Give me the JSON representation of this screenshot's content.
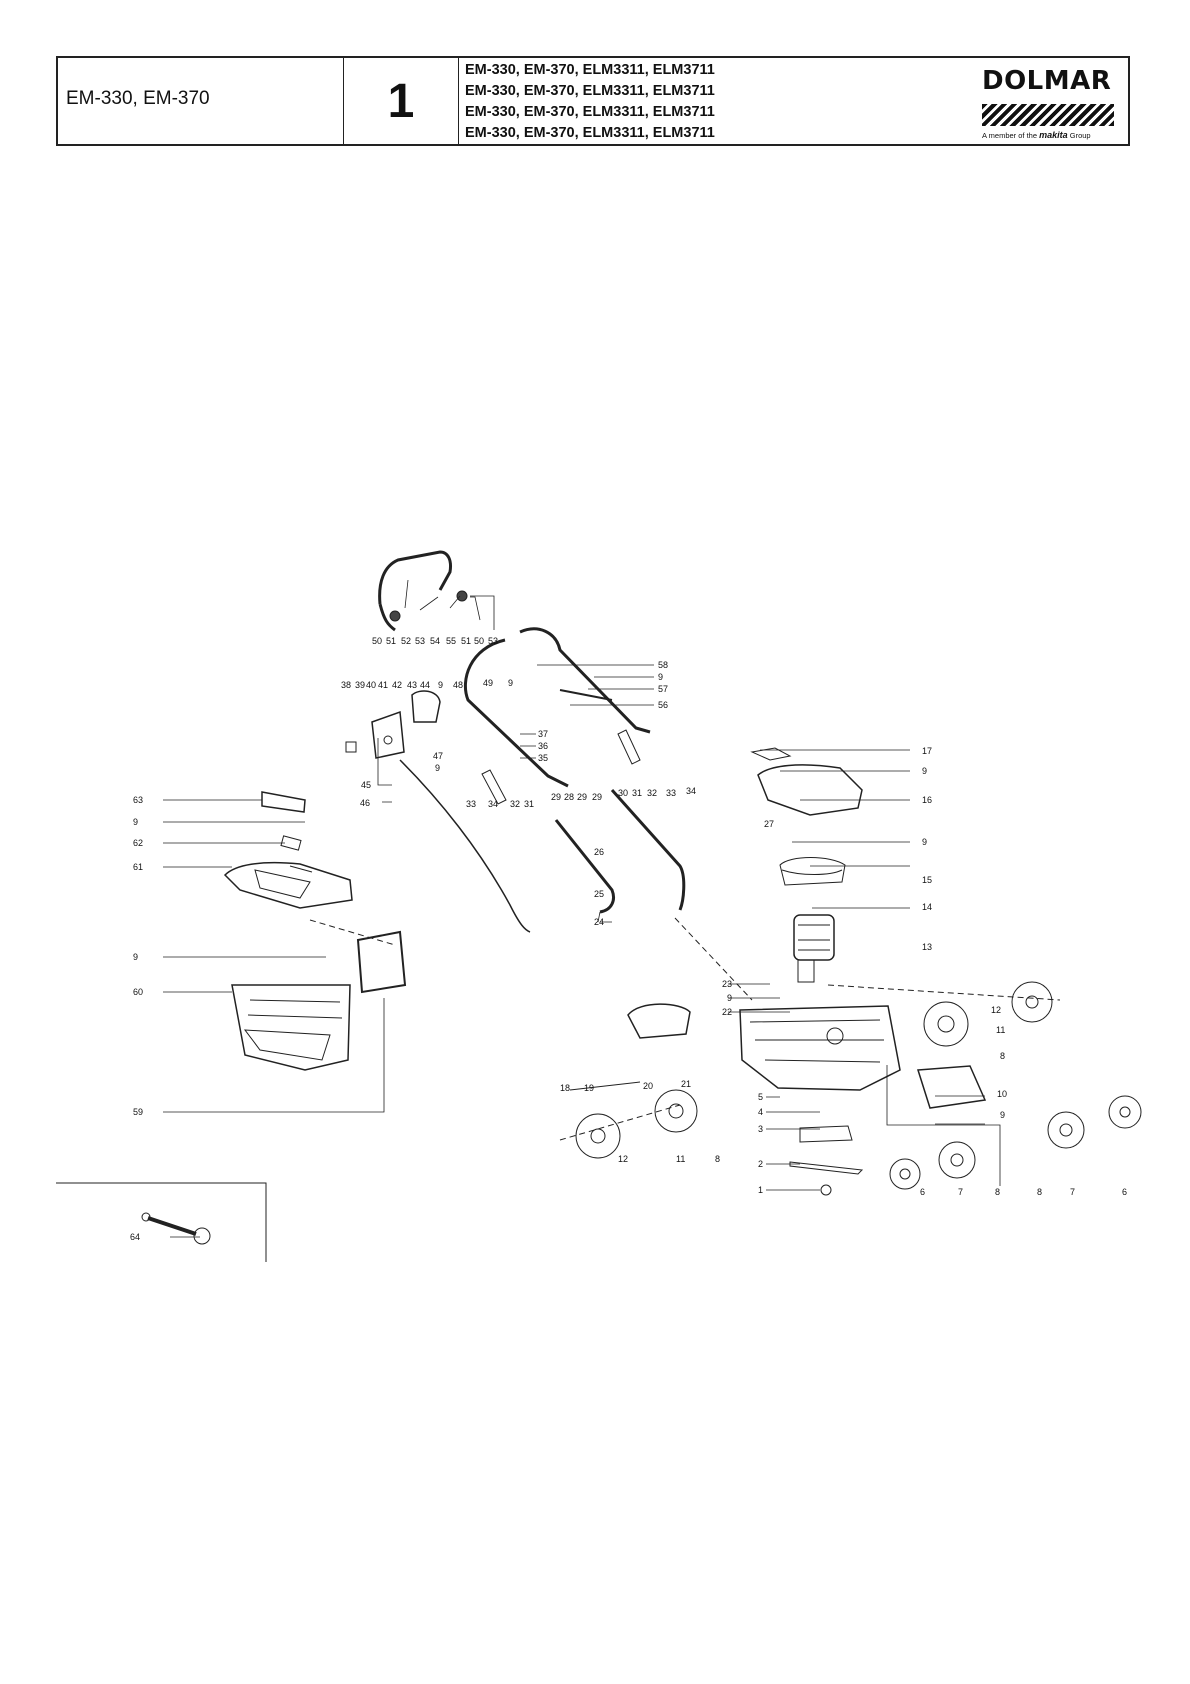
{
  "header": {
    "model": "EM-330, EM-370",
    "page_number": "1",
    "model_lines": [
      "EM-330, EM-370, ELM3311, ELM3711",
      "EM-330, EM-370, ELM3311, ELM3711",
      "EM-330, EM-370, ELM3311, ELM3711",
      "EM-330, EM-370, ELM3311, ELM3711"
    ],
    "brand": "DOLMAR",
    "member_prefix": "A member of the",
    "member_brand": "makita",
    "member_suffix": "Group"
  },
  "callouts": {
    "c50a": "50",
    "c51a": "51",
    "c52": "52",
    "c53a": "53",
    "c54": "54",
    "c55": "55",
    "c51b": "51",
    "c50b": "50",
    "c53b": "53",
    "c38": "38",
    "c39": "39",
    "c40": "40",
    "c41": "41",
    "c42": "42",
    "c43": "43",
    "c44": "44",
    "c9a": "9",
    "c48": "48",
    "c49": "49",
    "c9b": "9",
    "c58": "58",
    "c9c": "9",
    "c57": "57",
    "c56": "56",
    "c47": "47",
    "c9d": "9",
    "c45": "45",
    "c46": "46",
    "c37": "37",
    "c36": "36",
    "c35": "35",
    "c33a": "33",
    "c34a": "34",
    "c32a": "32",
    "c31a": "31",
    "c29a": "29",
    "c28": "28",
    "c29b": "29",
    "c30": "30",
    "c31b": "31",
    "c32b": "32",
    "c33b": "33",
    "c34b": "34",
    "c17": "17",
    "c9e": "9",
    "c16": "16",
    "c27": "27",
    "c9f": "9",
    "c15": "15",
    "c14": "14",
    "c13": "13",
    "c63": "63",
    "c9g": "9",
    "c62": "62",
    "c61": "61",
    "c9h": "9",
    "c60": "60",
    "c59": "59",
    "c26": "26",
    "c25": "25",
    "c24": "24",
    "c23": "23",
    "c9i": "9",
    "c22": "22",
    "c18": "18",
    "c19": "19",
    "c20": "20",
    "c21": "21",
    "c12a": "12",
    "c11a": "11",
    "c8a": "8",
    "c10": "10",
    "c9j": "9",
    "c5": "5",
    "c4": "4",
    "c3": "3",
    "c2": "2",
    "c1": "1",
    "c12b": "12",
    "c11b": "11",
    "c8b": "8",
    "c6a": "6",
    "c7a": "7",
    "c8c": "8",
    "c8d": "8",
    "c7b": "7",
    "c6b": "6",
    "c64": "64"
  }
}
